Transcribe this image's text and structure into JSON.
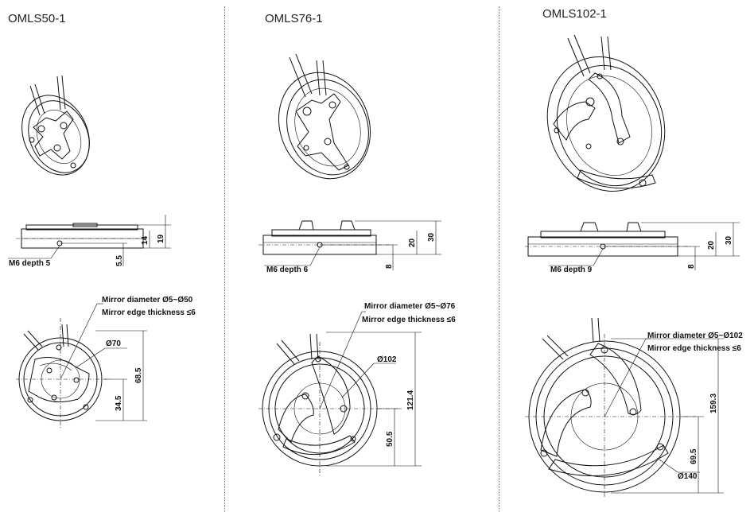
{
  "panels": [
    {
      "title": "OMLS50-1",
      "side": {
        "tap": "M6 depth 5",
        "dim_low": "5.5",
        "dim_mid": "14",
        "dim_high": "19"
      },
      "front": {
        "mirror_diameter": "Mirror diameter Ø5~Ø50",
        "edge_thickness": "Mirror edge thickness ≤6",
        "outer_dia": "Ø70",
        "height": "68.5",
        "center_height": "34.5"
      }
    },
    {
      "title": "OMLS76-1",
      "side": {
        "tap": "M6 depth 6",
        "dim_low": "8",
        "dim_mid": "20",
        "dim_high": "30"
      },
      "front": {
        "mirror_diameter": "Mirror diameter Ø5~Ø76",
        "edge_thickness": "Mirror edge thickness ≤6",
        "outer_dia": "Ø102",
        "height": "121.4",
        "center_height": "50.5"
      }
    },
    {
      "title": "OMLS102-1",
      "side": {
        "tap": "M6 depth 9",
        "dim_low": "8",
        "dim_mid": "20",
        "dim_high": "30"
      },
      "front": {
        "mirror_diameter": "Mirror diameter Ø5~Ø102",
        "edge_thickness": "Mirror edge thickness ≤6",
        "outer_dia": "Ø140",
        "height": "159.3",
        "center_height": "69.5"
      }
    }
  ]
}
